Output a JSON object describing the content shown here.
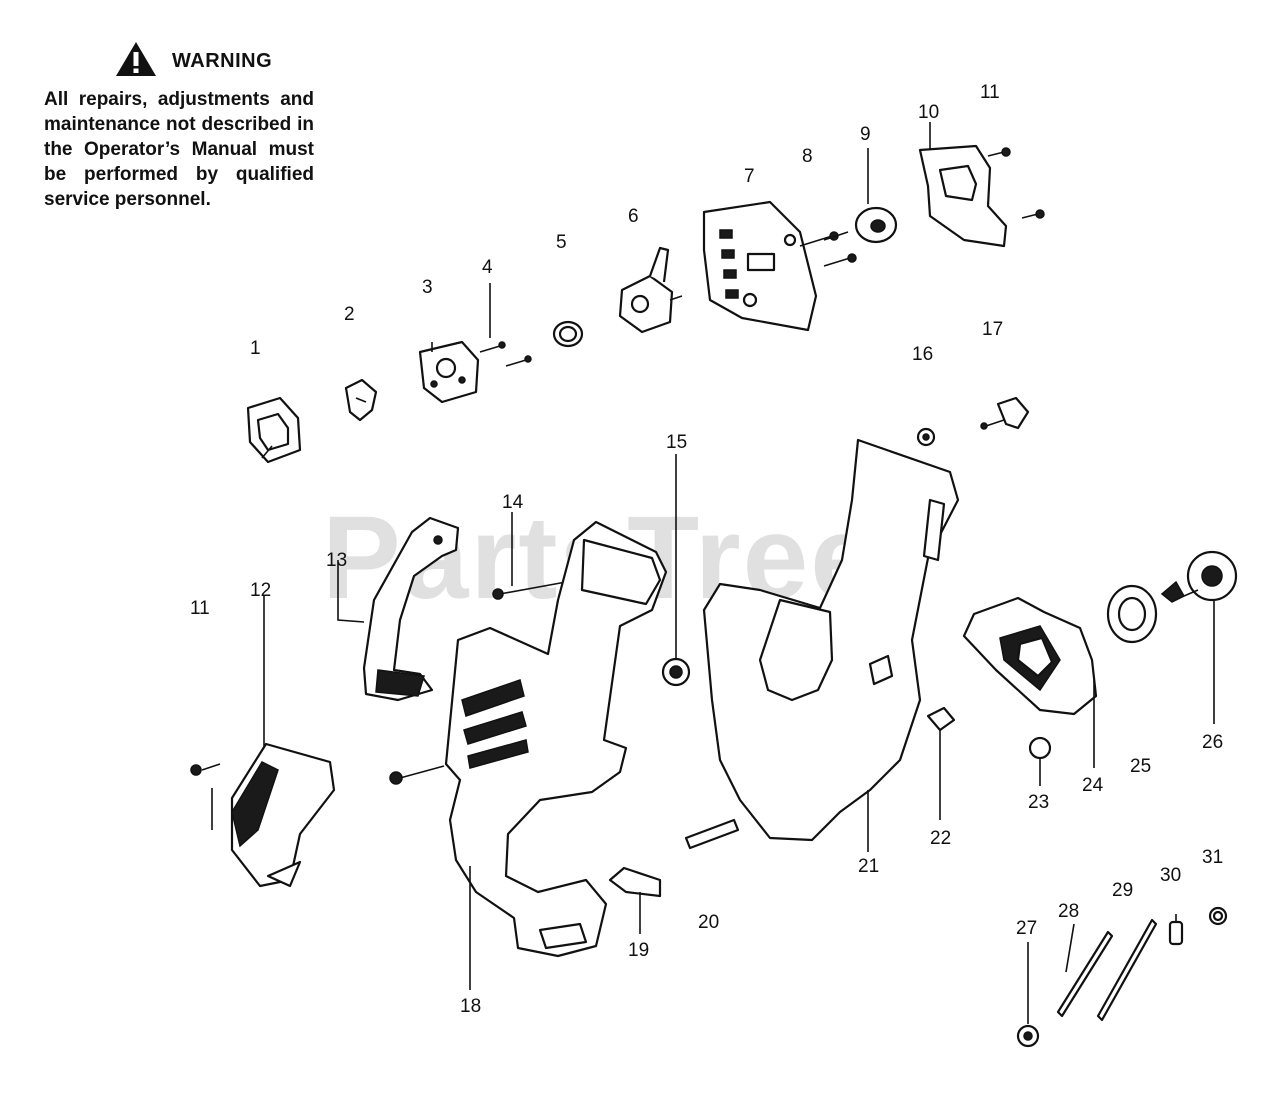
{
  "warning": {
    "title": "WARNING",
    "text": "All repairs, adjustments and maintenance not described in the Operator’s Manual must be performed by qualified service personnel.",
    "icon": "warning-triangle-icon"
  },
  "watermark": "PartsTree",
  "callouts": [
    "1",
    "2",
    "3",
    "4",
    "5",
    "6",
    "7",
    "8",
    "9",
    "10",
    "11",
    "11",
    "12",
    "13",
    "14",
    "15",
    "16",
    "17",
    "18",
    "19",
    "20",
    "21",
    "22",
    "23",
    "24",
    "25",
    "26",
    "27",
    "28",
    "29",
    "30",
    "31"
  ]
}
